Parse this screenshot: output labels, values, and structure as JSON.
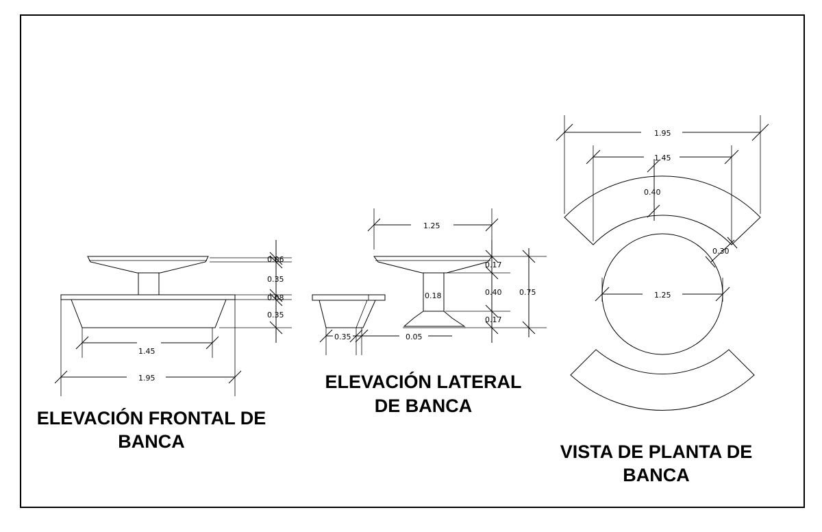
{
  "titles": {
    "frontal_line1": "ELEVACIÓN FRONTAL DE",
    "frontal_line2": "BANCA",
    "lateral_line1": "ELEVACIÓN LATERAL",
    "lateral_line2": "DE BANCA",
    "planta_line1": "VISTA DE PLANTA DE",
    "planta_line2": "BANCA"
  },
  "frontal_dims": {
    "top_thickness": "0.06",
    "upper_height": "0.35",
    "mid_thickness": "0.08",
    "lower_height": "0.35",
    "inner_width": "1.45",
    "outer_width": "1.95"
  },
  "lateral_dims": {
    "top_width": "1.25",
    "upper_part": "0.17",
    "middle_part": "0.40",
    "total_height": "0.75",
    "lower_part": "0.17",
    "column_width": "0.18",
    "base_width": "0.35",
    "offset": "0.05"
  },
  "planta_dims": {
    "outer_width": "1.95",
    "inner_width": "1.45",
    "arc_depth": "0.40",
    "gap": "0.30",
    "circle_diameter": "1.25"
  }
}
